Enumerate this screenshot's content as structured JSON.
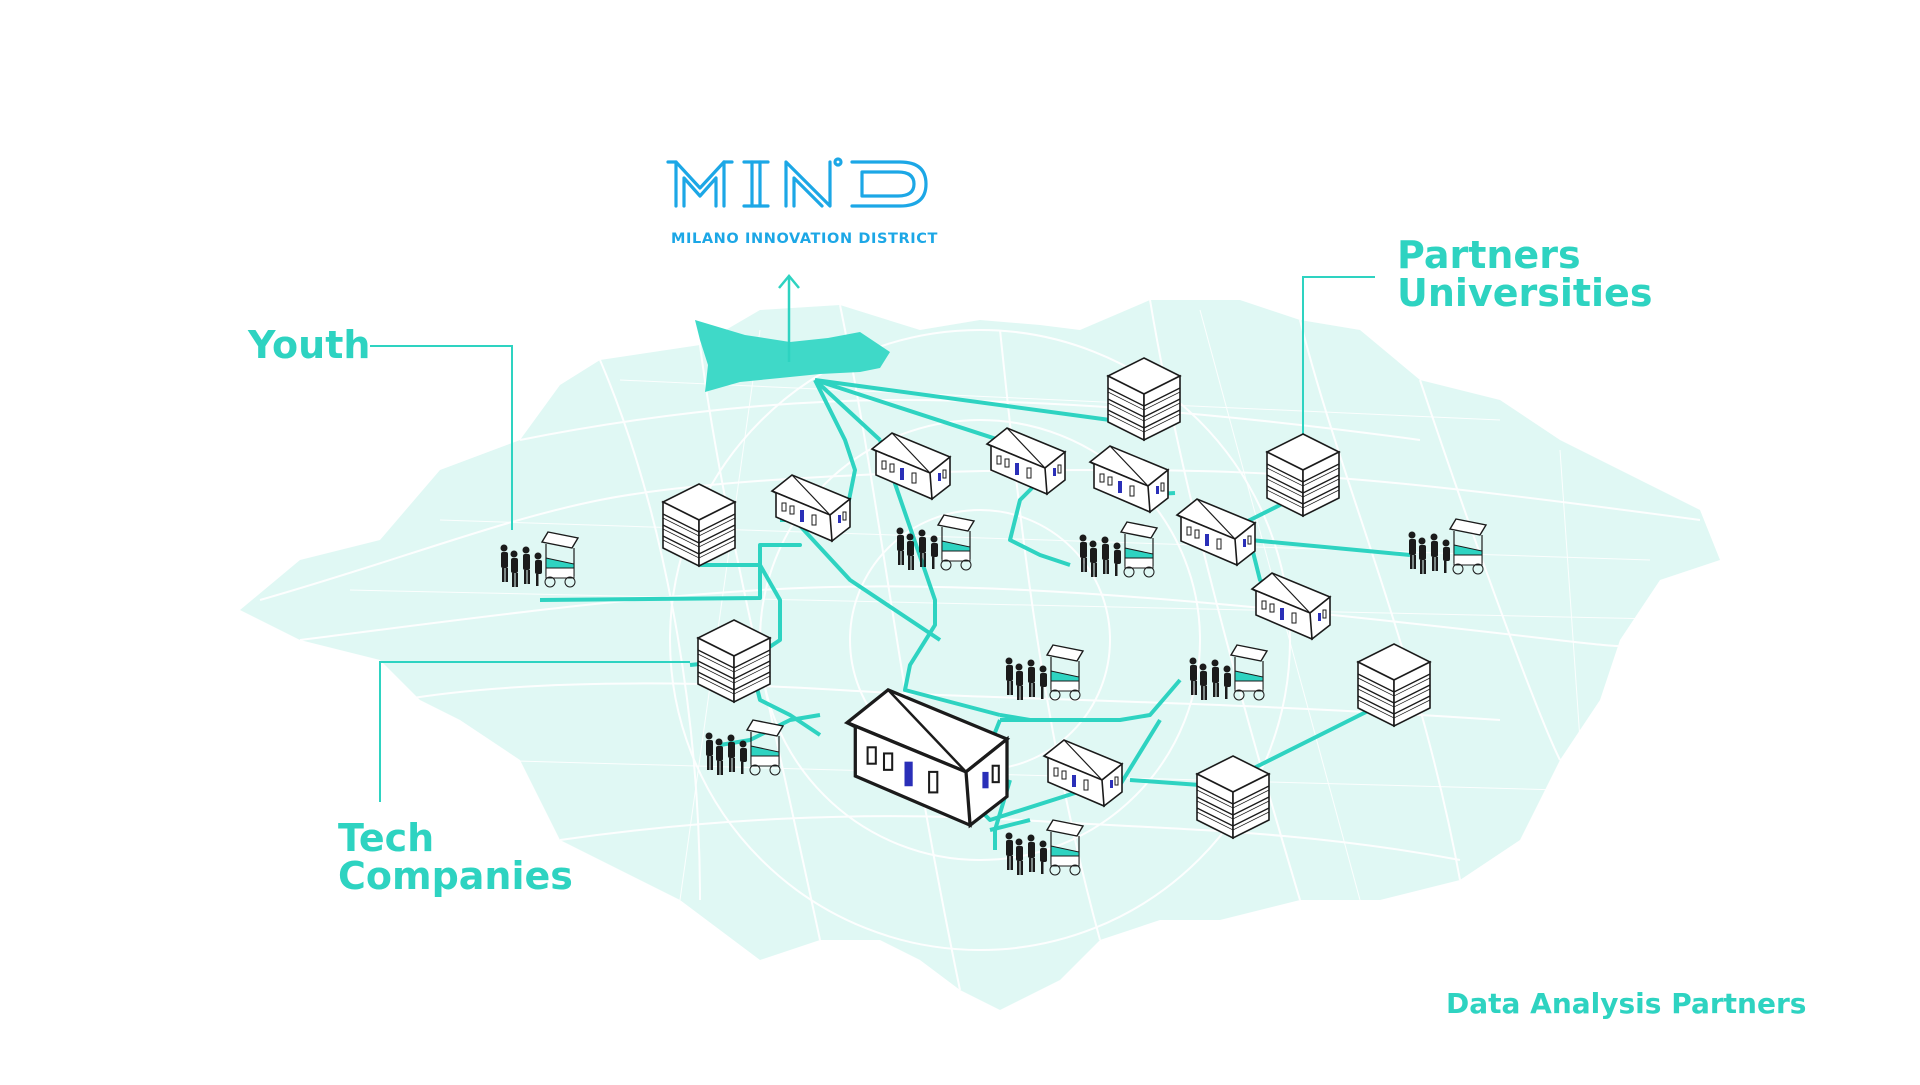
{
  "logo": {
    "wordmark": "MIND",
    "subtitle": "MILANO INNOVATION DISTRICT",
    "color": "#1ca7e6"
  },
  "labels": {
    "youth": "Youth",
    "partners_line1": "Partners",
    "partners_line2": "Universities",
    "tech_line1": "Tech",
    "tech_line2": "Companies",
    "data_analysis": "Data Analysis Partners"
  },
  "colors": {
    "accent": "#2ed3c1",
    "map_fill": "#e0f8f4",
    "map_streets": "#ffffff",
    "icon_outline": "#1b1b1b",
    "window_blue": "#2a2fb8"
  },
  "icons": {
    "building_stack": "stacked-office-building-icon",
    "house": "house-icon",
    "kiosk": "people-at-kiosk-icon",
    "arrow": "arrow-up-icon"
  }
}
